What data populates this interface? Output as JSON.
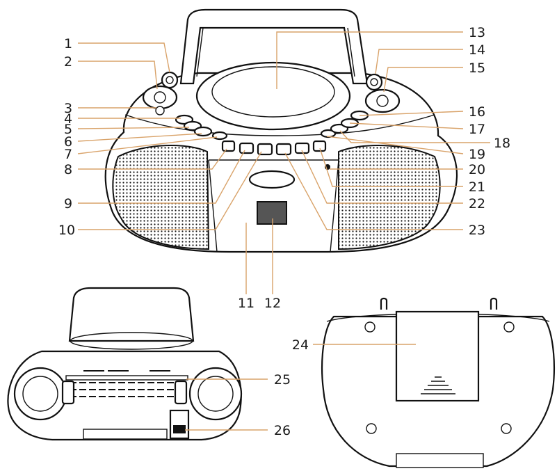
{
  "labels": {
    "l1": "1",
    "l2": "2",
    "l3": "3",
    "l4": "4",
    "l5": "5",
    "l6": "6",
    "l7": "7",
    "l8": "8",
    "l9": "9",
    "l10": "10",
    "l11": "11",
    "l12": "12",
    "l13": "13",
    "l14": "14",
    "l15": "15",
    "l16": "16",
    "l17": "17",
    "l18": "18",
    "l19": "19",
    "l20": "20",
    "l21": "21",
    "l22": "22",
    "l23": "23",
    "l24": "24",
    "l25": "25",
    "l26": "26"
  },
  "colors": {
    "leader": "#d9a36a",
    "ink": "#111111",
    "background": "#ffffff"
  }
}
